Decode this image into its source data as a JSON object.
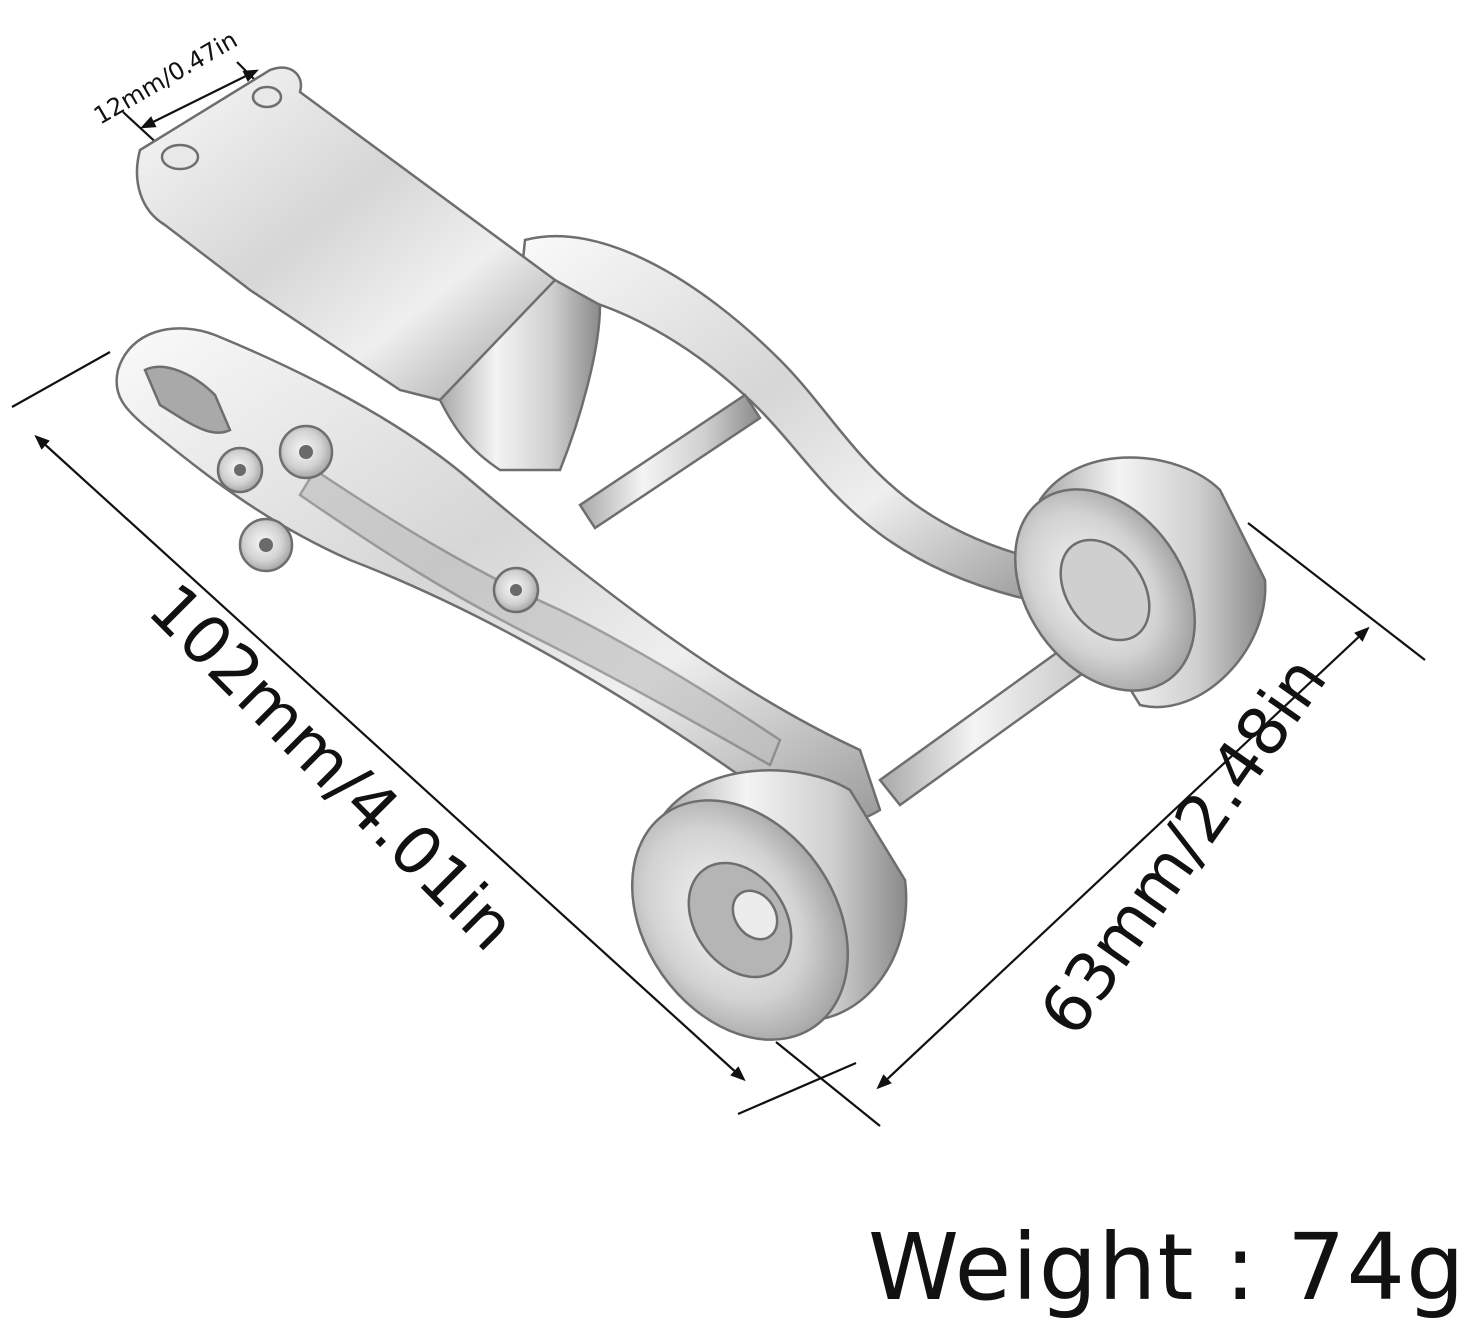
{
  "dimensions": {
    "hole_spacing": "12mm/0.47in",
    "length": "102mm/4.01in",
    "width": "63mm/2.48in"
  },
  "weight_label": "Weight : 74g",
  "colors": {
    "metal_light": "#f2f2f2",
    "metal_mid": "#c9c9c9",
    "metal_dark": "#7a7a7a",
    "ink": "#111111",
    "background": "#ffffff"
  }
}
